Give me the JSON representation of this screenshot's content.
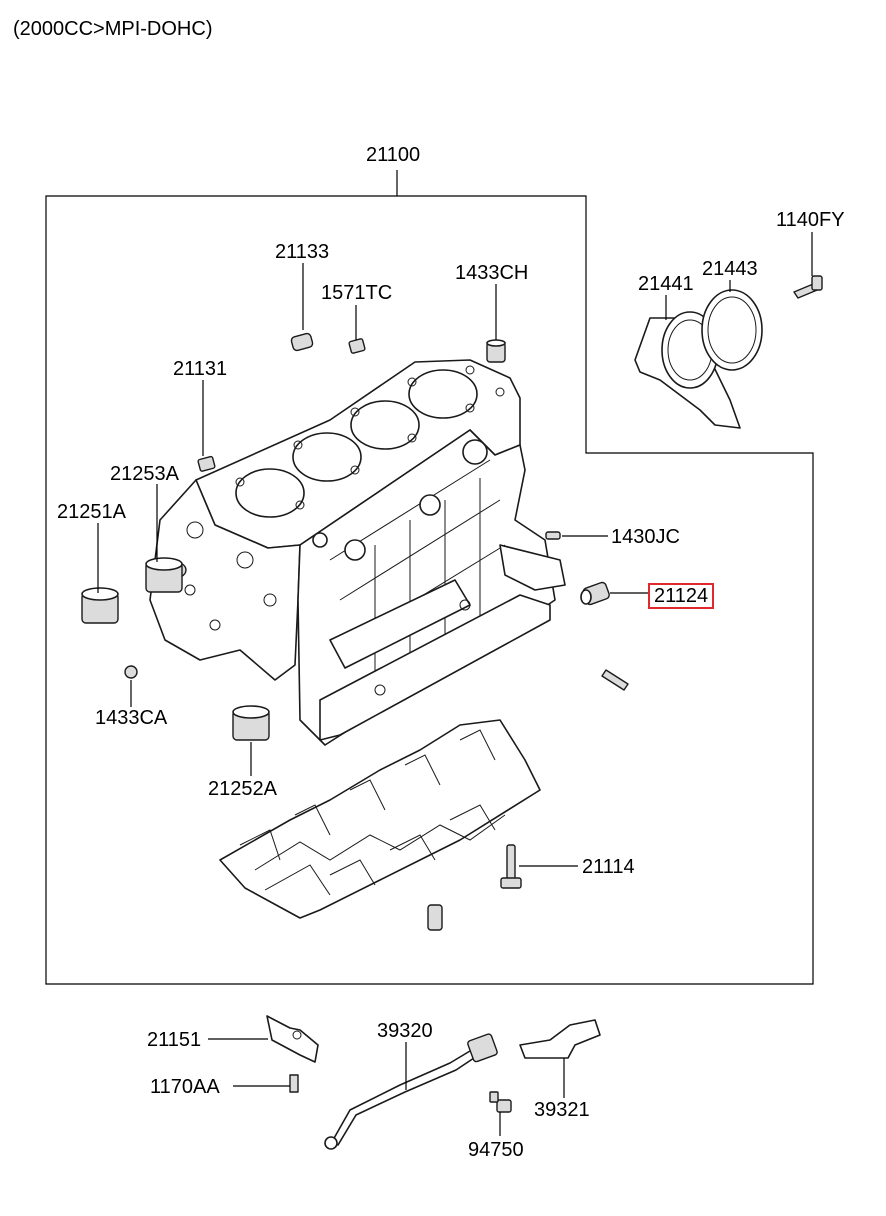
{
  "header": {
    "title": "(2000CC>MPI-DOHC)"
  },
  "highlight_color": "#e0282d",
  "parts": {
    "p21100": "21100",
    "p21133": "21133",
    "p1571TC": "1571TC",
    "p1433CH": "1433CH",
    "p21131": "21131",
    "p21253A": "21253A",
    "p21251A": "21251A",
    "p1430JC": "1430JC",
    "p21124": "21124",
    "p1433CA": "1433CA",
    "p21252A": "21252A",
    "p21114": "21114",
    "p1140FY": "1140FY",
    "p21441": "21441",
    "p21443": "21443",
    "p21151": "21151",
    "p1170AA": "1170AA",
    "p39320": "39320",
    "p39321": "39321",
    "p94750": "94750"
  }
}
